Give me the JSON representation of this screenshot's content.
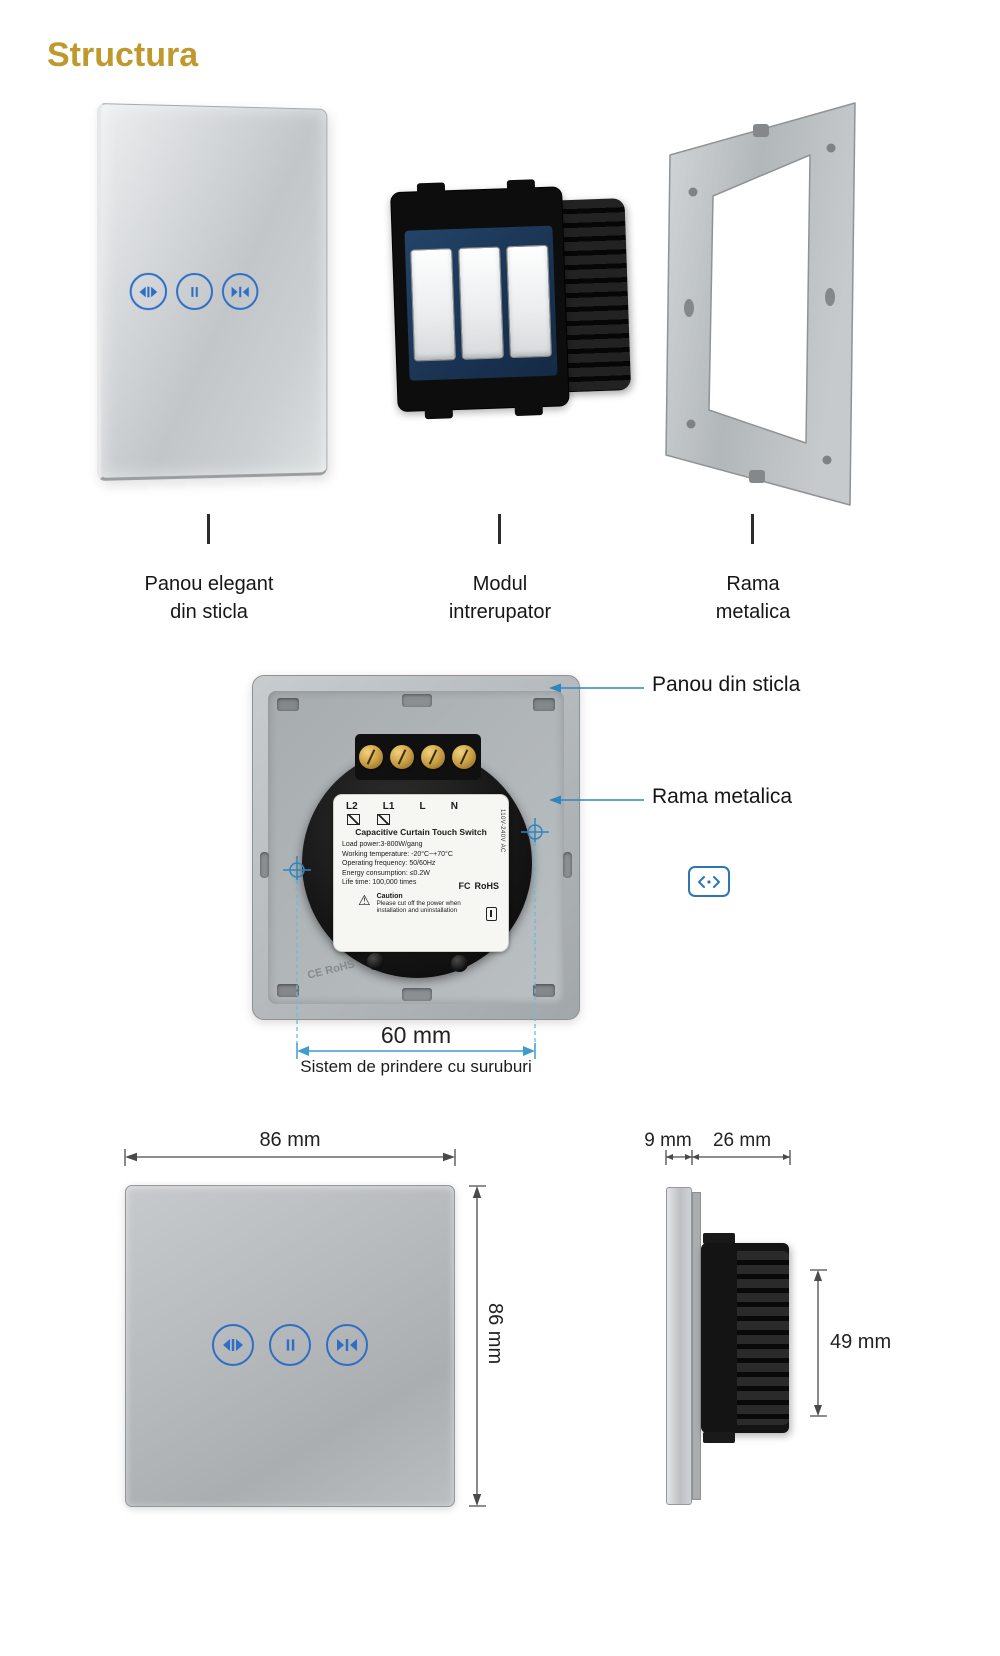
{
  "page": {
    "title": "Structura"
  },
  "exploded": {
    "items": [
      {
        "caption_line1": "Panou elegant",
        "caption_line2": "din sticla"
      },
      {
        "caption_line1": "Modul",
        "caption_line2": "intrerupator"
      },
      {
        "caption_line1": "Rama",
        "caption_line2": "metalica"
      }
    ]
  },
  "back_view": {
    "callout_glass": "Panou din sticla",
    "callout_frame": "Rama metalica",
    "label": {
      "terminals": [
        "L2",
        "L1",
        "L",
        "N"
      ],
      "voltage": "110V-240V AC",
      "title": "Capacitive Curtain Touch Switch",
      "specs": [
        "Load power:3-800W/gang",
        "Working temperature: -20°C~+70°C",
        "Operating frequency: 50/60Hz",
        "Energy consumption: ≤0.2W",
        "Life time: 100,000 times"
      ],
      "cert_fcc": "FC",
      "cert_rohs": "RoHS",
      "caution_title": "Caution",
      "caution_text": "Please cut off the power when installation and uninstallation"
    },
    "embossed": "CE RoHS",
    "screw_dimension": "60 mm",
    "screw_note": "Sistem de prindere cu suruburi"
  },
  "dimensions": {
    "front_width": "86 mm",
    "front_height": "86 mm",
    "side_glass_thickness": "9 mm",
    "side_total_depth": "26 mm",
    "module_depth": "49 mm"
  },
  "icons": {
    "curtain_open": "left-right arrows pointing outward with center bar",
    "pause": "two vertical bars",
    "curtain_close": "left-right arrows pointing inward with center bar",
    "width_marker": "left-right chevrons with center dot"
  },
  "colors": {
    "accent_gold": "#BF992B",
    "accent_blue": "#2E86C1",
    "icon_blue": "#2E6FC5",
    "dimension_blue": "#3E9CD0"
  }
}
